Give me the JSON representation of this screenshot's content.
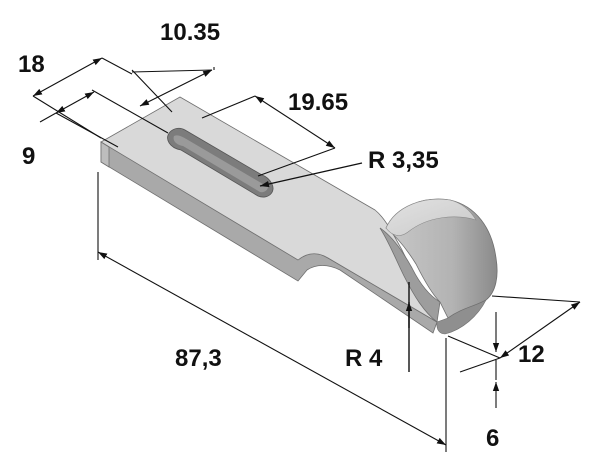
{
  "dimensions": {
    "width_a": "10.35",
    "width_b": "18",
    "offset_a": "9",
    "slot_length": "19.65",
    "slot_radius": "R 3,35",
    "overall_length": "87,3",
    "hook_radius": "R 4",
    "height": "12",
    "thickness": "6"
  },
  "colors": {
    "top_face": "#d9d9d9",
    "side_face": "#a9a9a9",
    "front_face": "#bdbdbd",
    "slot": "#7c7c7c",
    "ink": "#111111"
  }
}
